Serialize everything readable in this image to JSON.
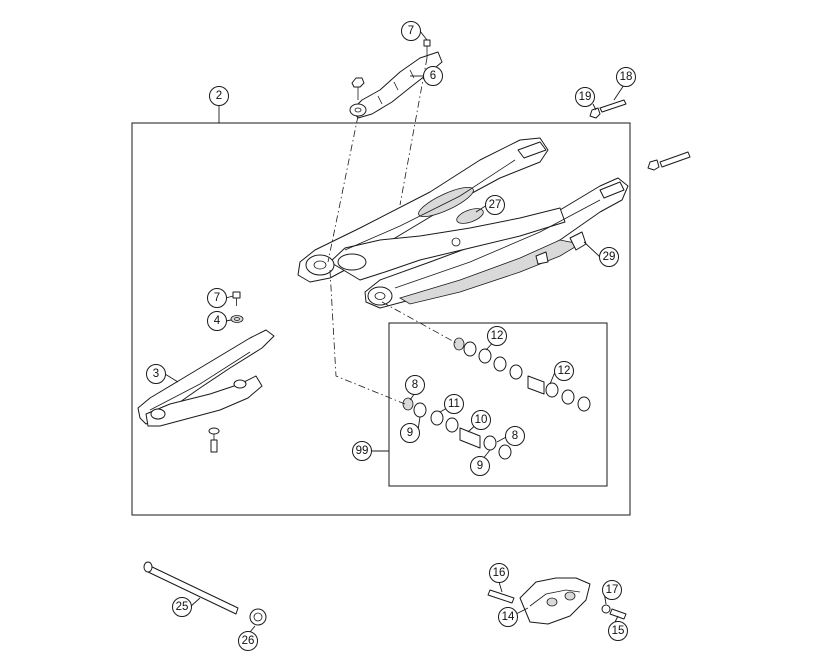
{
  "callouts": [
    {
      "id": "c2",
      "label": "2"
    },
    {
      "id": "c3",
      "label": "3"
    },
    {
      "id": "c4",
      "label": "4"
    },
    {
      "id": "c6",
      "label": "6"
    },
    {
      "id": "c7a",
      "label": "7"
    },
    {
      "id": "c7b",
      "label": "7"
    },
    {
      "id": "c8a",
      "label": "8"
    },
    {
      "id": "c8b",
      "label": "8"
    },
    {
      "id": "c9a",
      "label": "9"
    },
    {
      "id": "c9b",
      "label": "9"
    },
    {
      "id": "c10",
      "label": "10"
    },
    {
      "id": "c11",
      "label": "11"
    },
    {
      "id": "c12a",
      "label": "12"
    },
    {
      "id": "c12b",
      "label": "12"
    },
    {
      "id": "c14",
      "label": "14"
    },
    {
      "id": "c15",
      "label": "15"
    },
    {
      "id": "c16",
      "label": "16"
    },
    {
      "id": "c17",
      "label": "17"
    },
    {
      "id": "c18",
      "label": "18"
    },
    {
      "id": "c19",
      "label": "19"
    },
    {
      "id": "c25",
      "label": "25"
    },
    {
      "id": "c26",
      "label": "26"
    },
    {
      "id": "c27",
      "label": "27"
    },
    {
      "id": "c29",
      "label": "29"
    },
    {
      "id": "c99",
      "label": "99"
    }
  ]
}
